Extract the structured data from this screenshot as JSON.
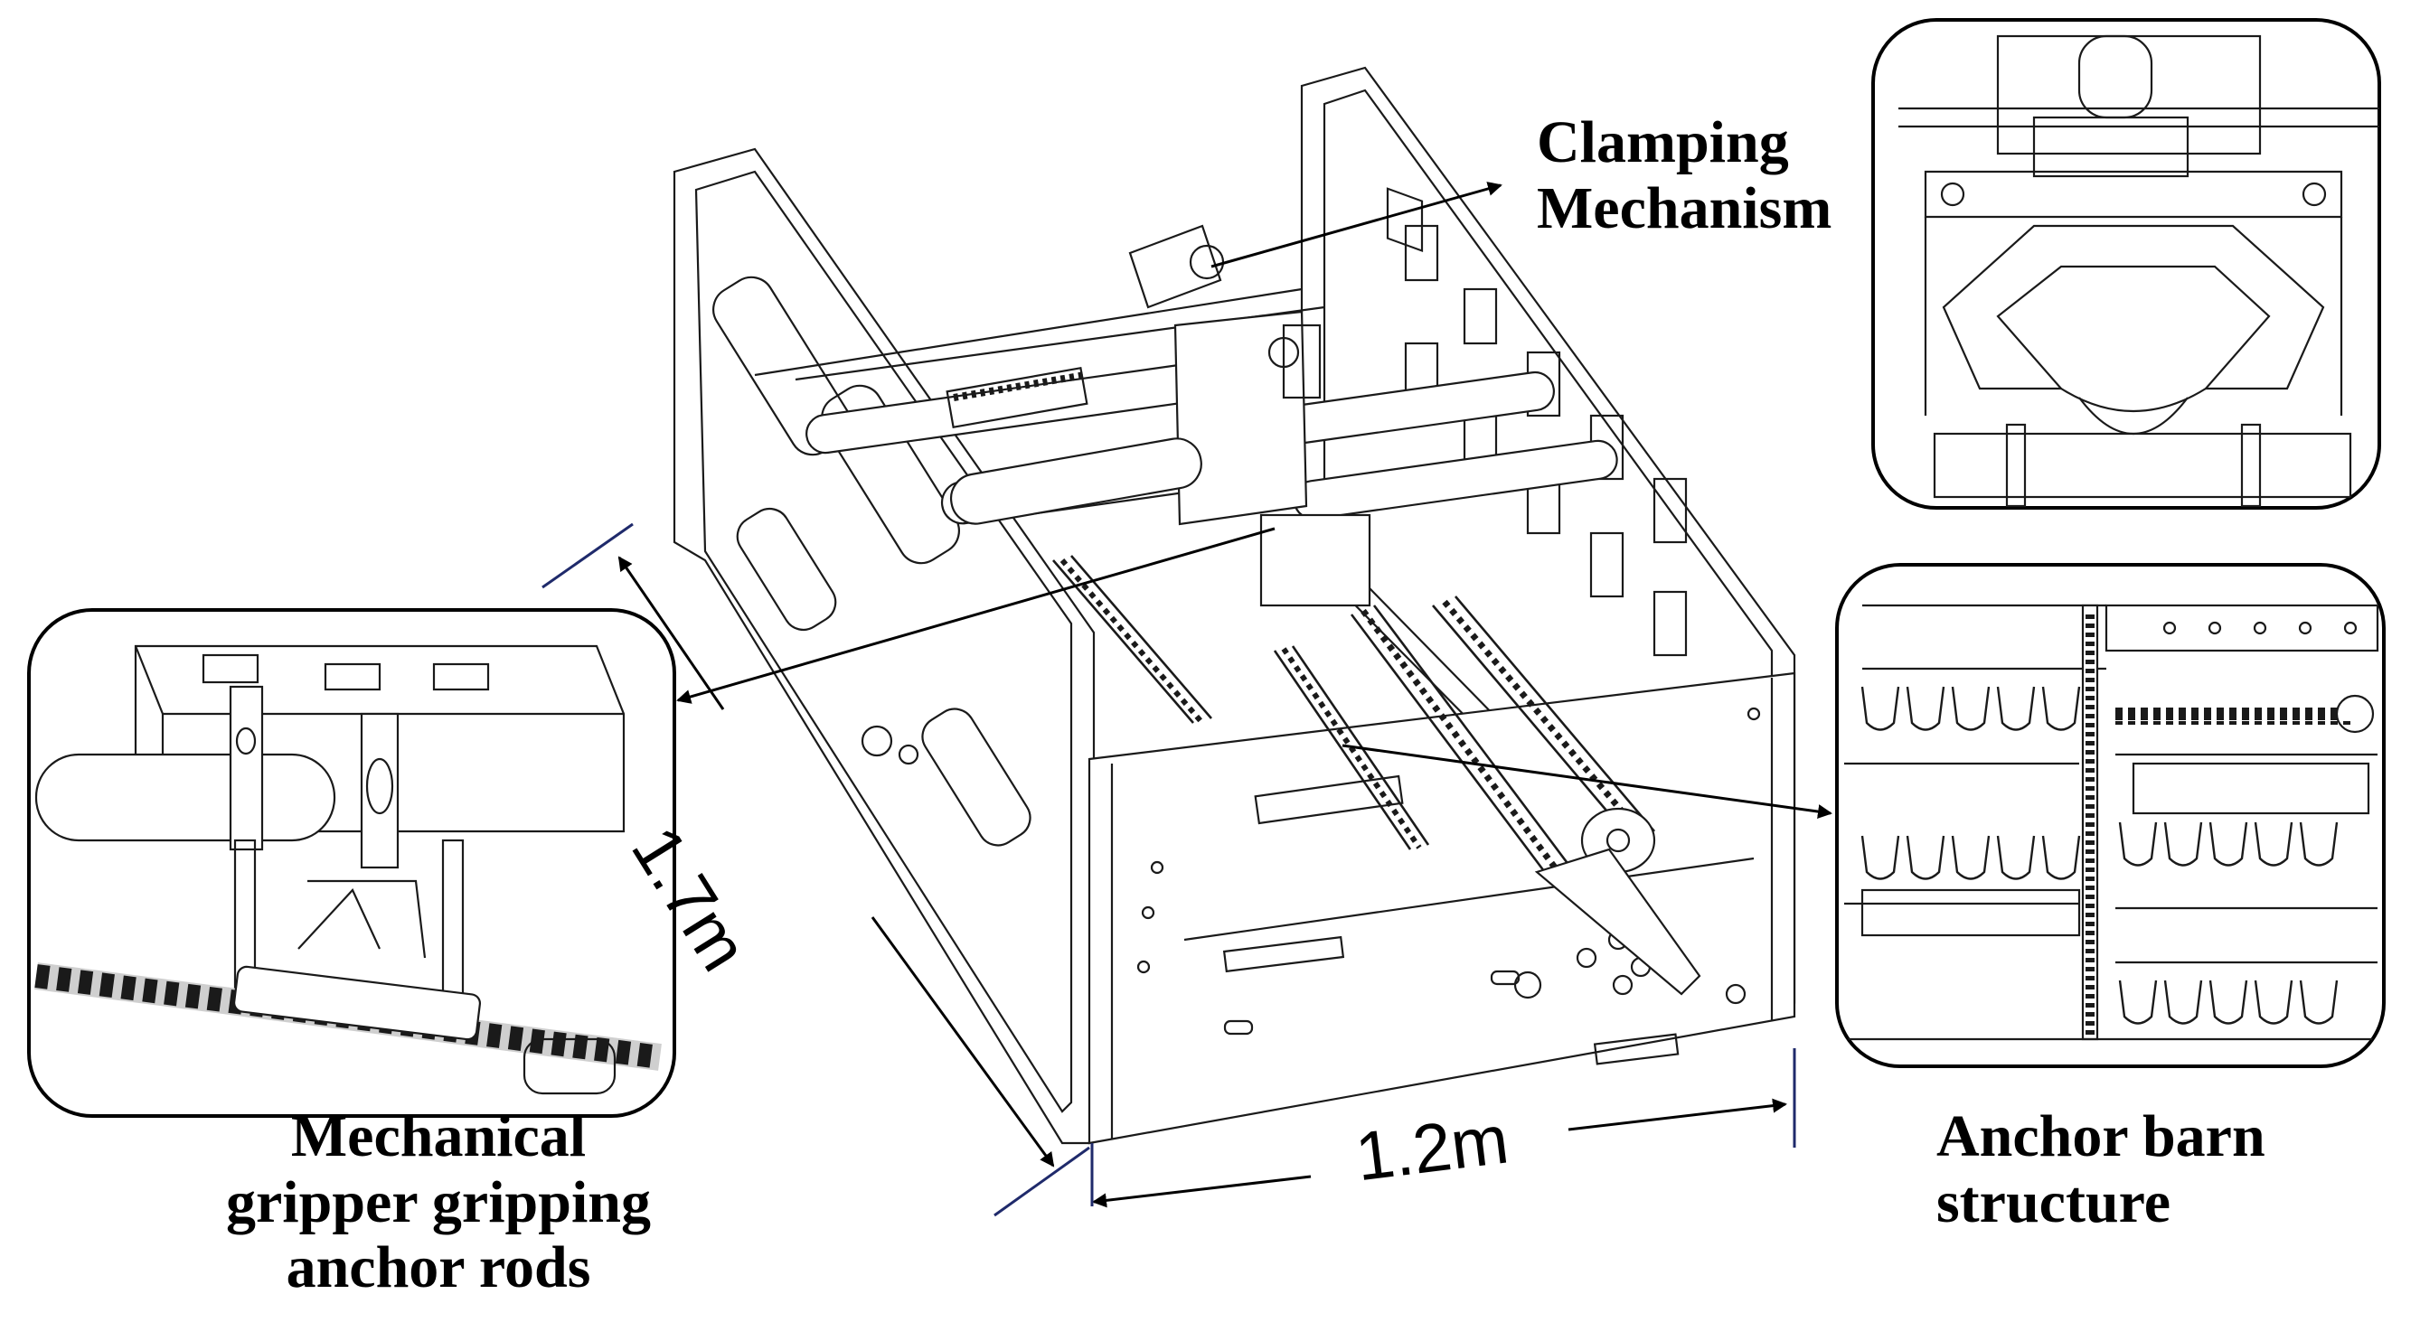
{
  "labels": {
    "clamping": [
      "Clamping",
      "Mechanism"
    ],
    "gripper": [
      "Mechanical",
      "gripper gripping",
      "anchor rods"
    ],
    "anchor_barn": [
      "Anchor barn",
      "structure"
    ]
  },
  "dimensions": {
    "length": "1.7m",
    "width": "1.2m"
  },
  "colors": {
    "line": "#1a1a1a",
    "dimension_tick": "#1f2a6b",
    "background": "#ffffff"
  },
  "icons": {
    "detail_views": [
      "clamping-mechanism-detail",
      "gripper-detail",
      "anchor-barn-detail"
    ]
  }
}
